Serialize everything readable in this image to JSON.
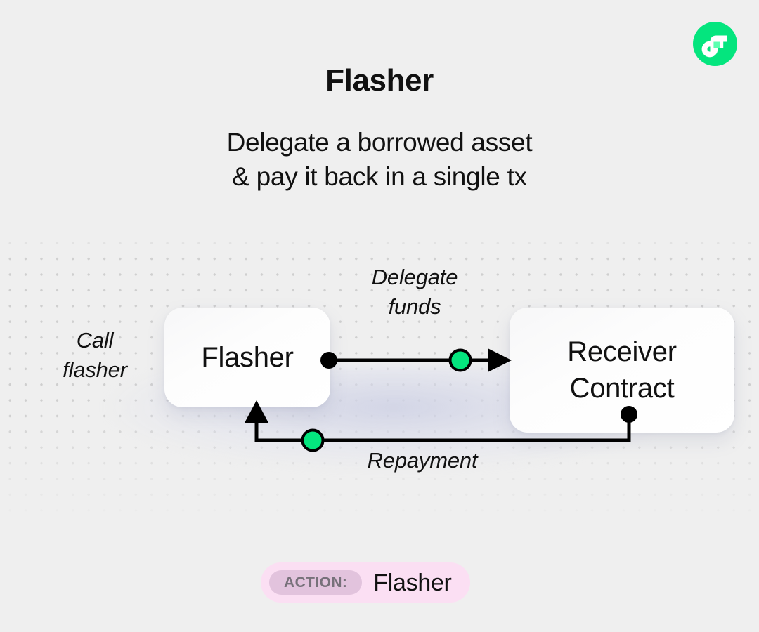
{
  "brand": {
    "logo_icon": "fluid-f-logo-icon",
    "logo_bg_color": "#04e57e",
    "logo_mark_color": "#ffffff",
    "logo_accent_color": "#5cffb0"
  },
  "header": {
    "title": "Flasher",
    "subtitle_line1": "Delegate a borrowed asset",
    "subtitle_line2": "& pay it back in a single tx"
  },
  "diagram": {
    "type": "flow",
    "background": "#efefef",
    "grid_dot_color": "#cfcfcf",
    "nodes": [
      {
        "id": "flasher",
        "label": "Flasher"
      },
      {
        "id": "receiver",
        "label_line1": "Receiver",
        "label_line2": "Contract"
      }
    ],
    "labels": {
      "call_flasher_line1": "Call",
      "call_flasher_line2": "flasher",
      "delegate_funds_line1": "Delegate",
      "delegate_funds_line2": "funds",
      "repayment": "Repayment"
    },
    "edges": [
      {
        "id": "delegate",
        "from": "flasher",
        "to": "receiver",
        "label": "Delegate funds",
        "marker": "arrow",
        "token_dot_color": "#04e57e"
      },
      {
        "id": "repayment",
        "from": "receiver",
        "to": "flasher",
        "label": "Repayment",
        "marker": "arrow",
        "token_dot_color": "#04e57e"
      }
    ],
    "connector_color": "#000000",
    "token_dot_color": "#04e57e"
  },
  "action_badge": {
    "key": "ACTION:",
    "value": "Flasher",
    "pill_bg_color": "#fbdff3",
    "key_bg_color": "#e2c3dd",
    "key_text_color": "#77717a"
  }
}
